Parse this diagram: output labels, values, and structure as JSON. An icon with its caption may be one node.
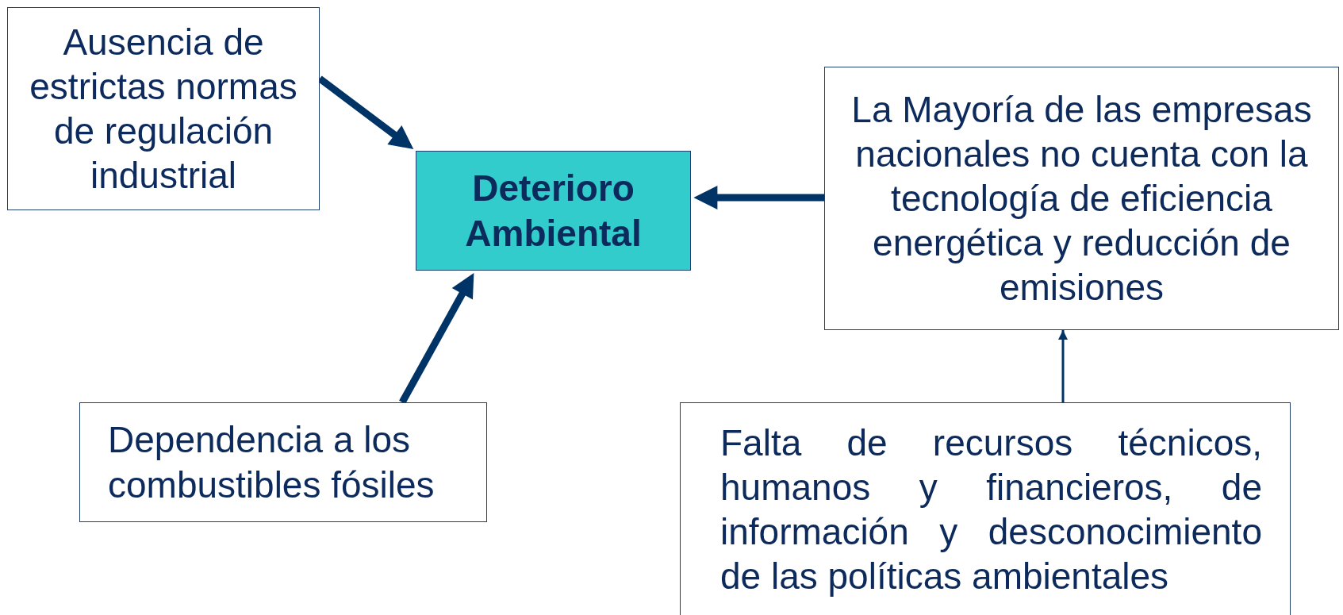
{
  "diagram": {
    "nodes": [
      {
        "text": [
          "Ausencia de estrictas normas de regulación industrial"
        ]
      },
      {
        "text": [
          "Deterioro Ambiental"
        ]
      },
      {
        "text": [
          "La Mayoría de las empresas nacionales no cuenta con la tecnología de eficiencia energética y reducción de emisiones"
        ]
      },
      {
        "text": [
          "Dependencia a los combustibles fósiles"
        ]
      },
      {
        "text": [
          "Falta de recursos técnicos, humanos y financieros, de información y desconocimiento de las políticas ambientales"
        ]
      }
    ],
    "edges": [
      {
        "from": 0,
        "to": 1,
        "arrow": "to"
      },
      {
        "from": 2,
        "to": 1,
        "arrow": "to"
      },
      {
        "from": 3,
        "to": 1,
        "arrow": "to"
      },
      {
        "from": 4,
        "to": 2,
        "arrow": "to"
      }
    ]
  }
}
